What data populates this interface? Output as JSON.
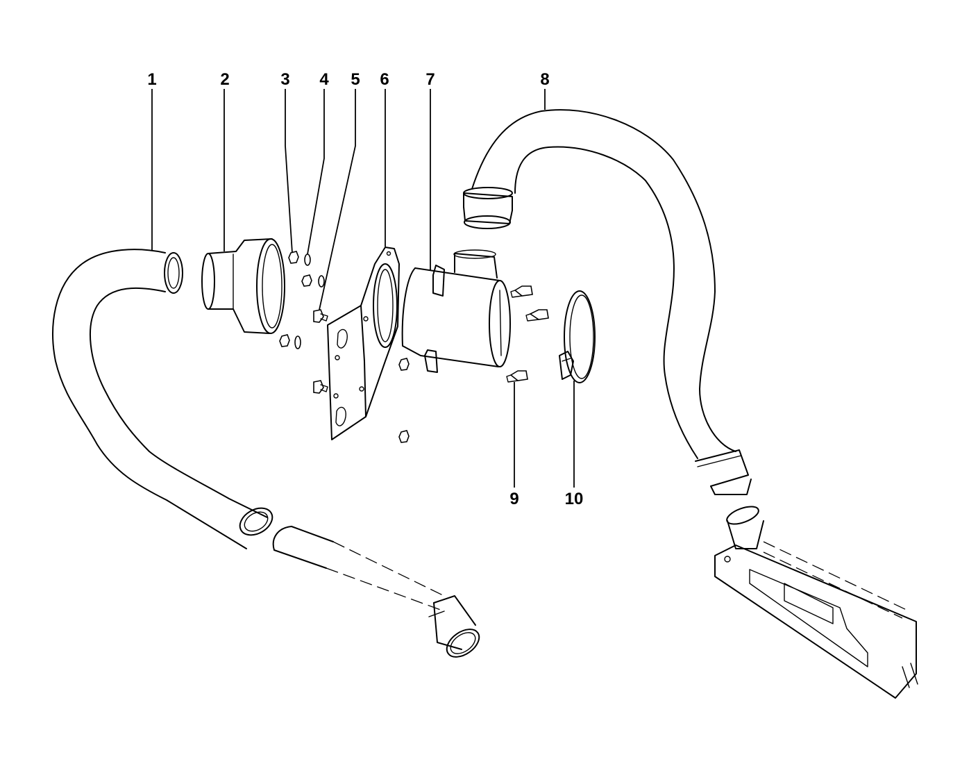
{
  "diagram": {
    "type": "exploded-parts-diagram",
    "callouts": [
      {
        "id": "1",
        "label": "1"
      },
      {
        "id": "2",
        "label": "2"
      },
      {
        "id": "3",
        "label": "3"
      },
      {
        "id": "4",
        "label": "4"
      },
      {
        "id": "5",
        "label": "5"
      },
      {
        "id": "6",
        "label": "6"
      },
      {
        "id": "7",
        "label": "7"
      },
      {
        "id": "8",
        "label": "8"
      },
      {
        "id": "9",
        "label": "9"
      },
      {
        "id": "10",
        "label": "10"
      }
    ],
    "line_color": "#000000",
    "background_color": "#ffffff"
  }
}
